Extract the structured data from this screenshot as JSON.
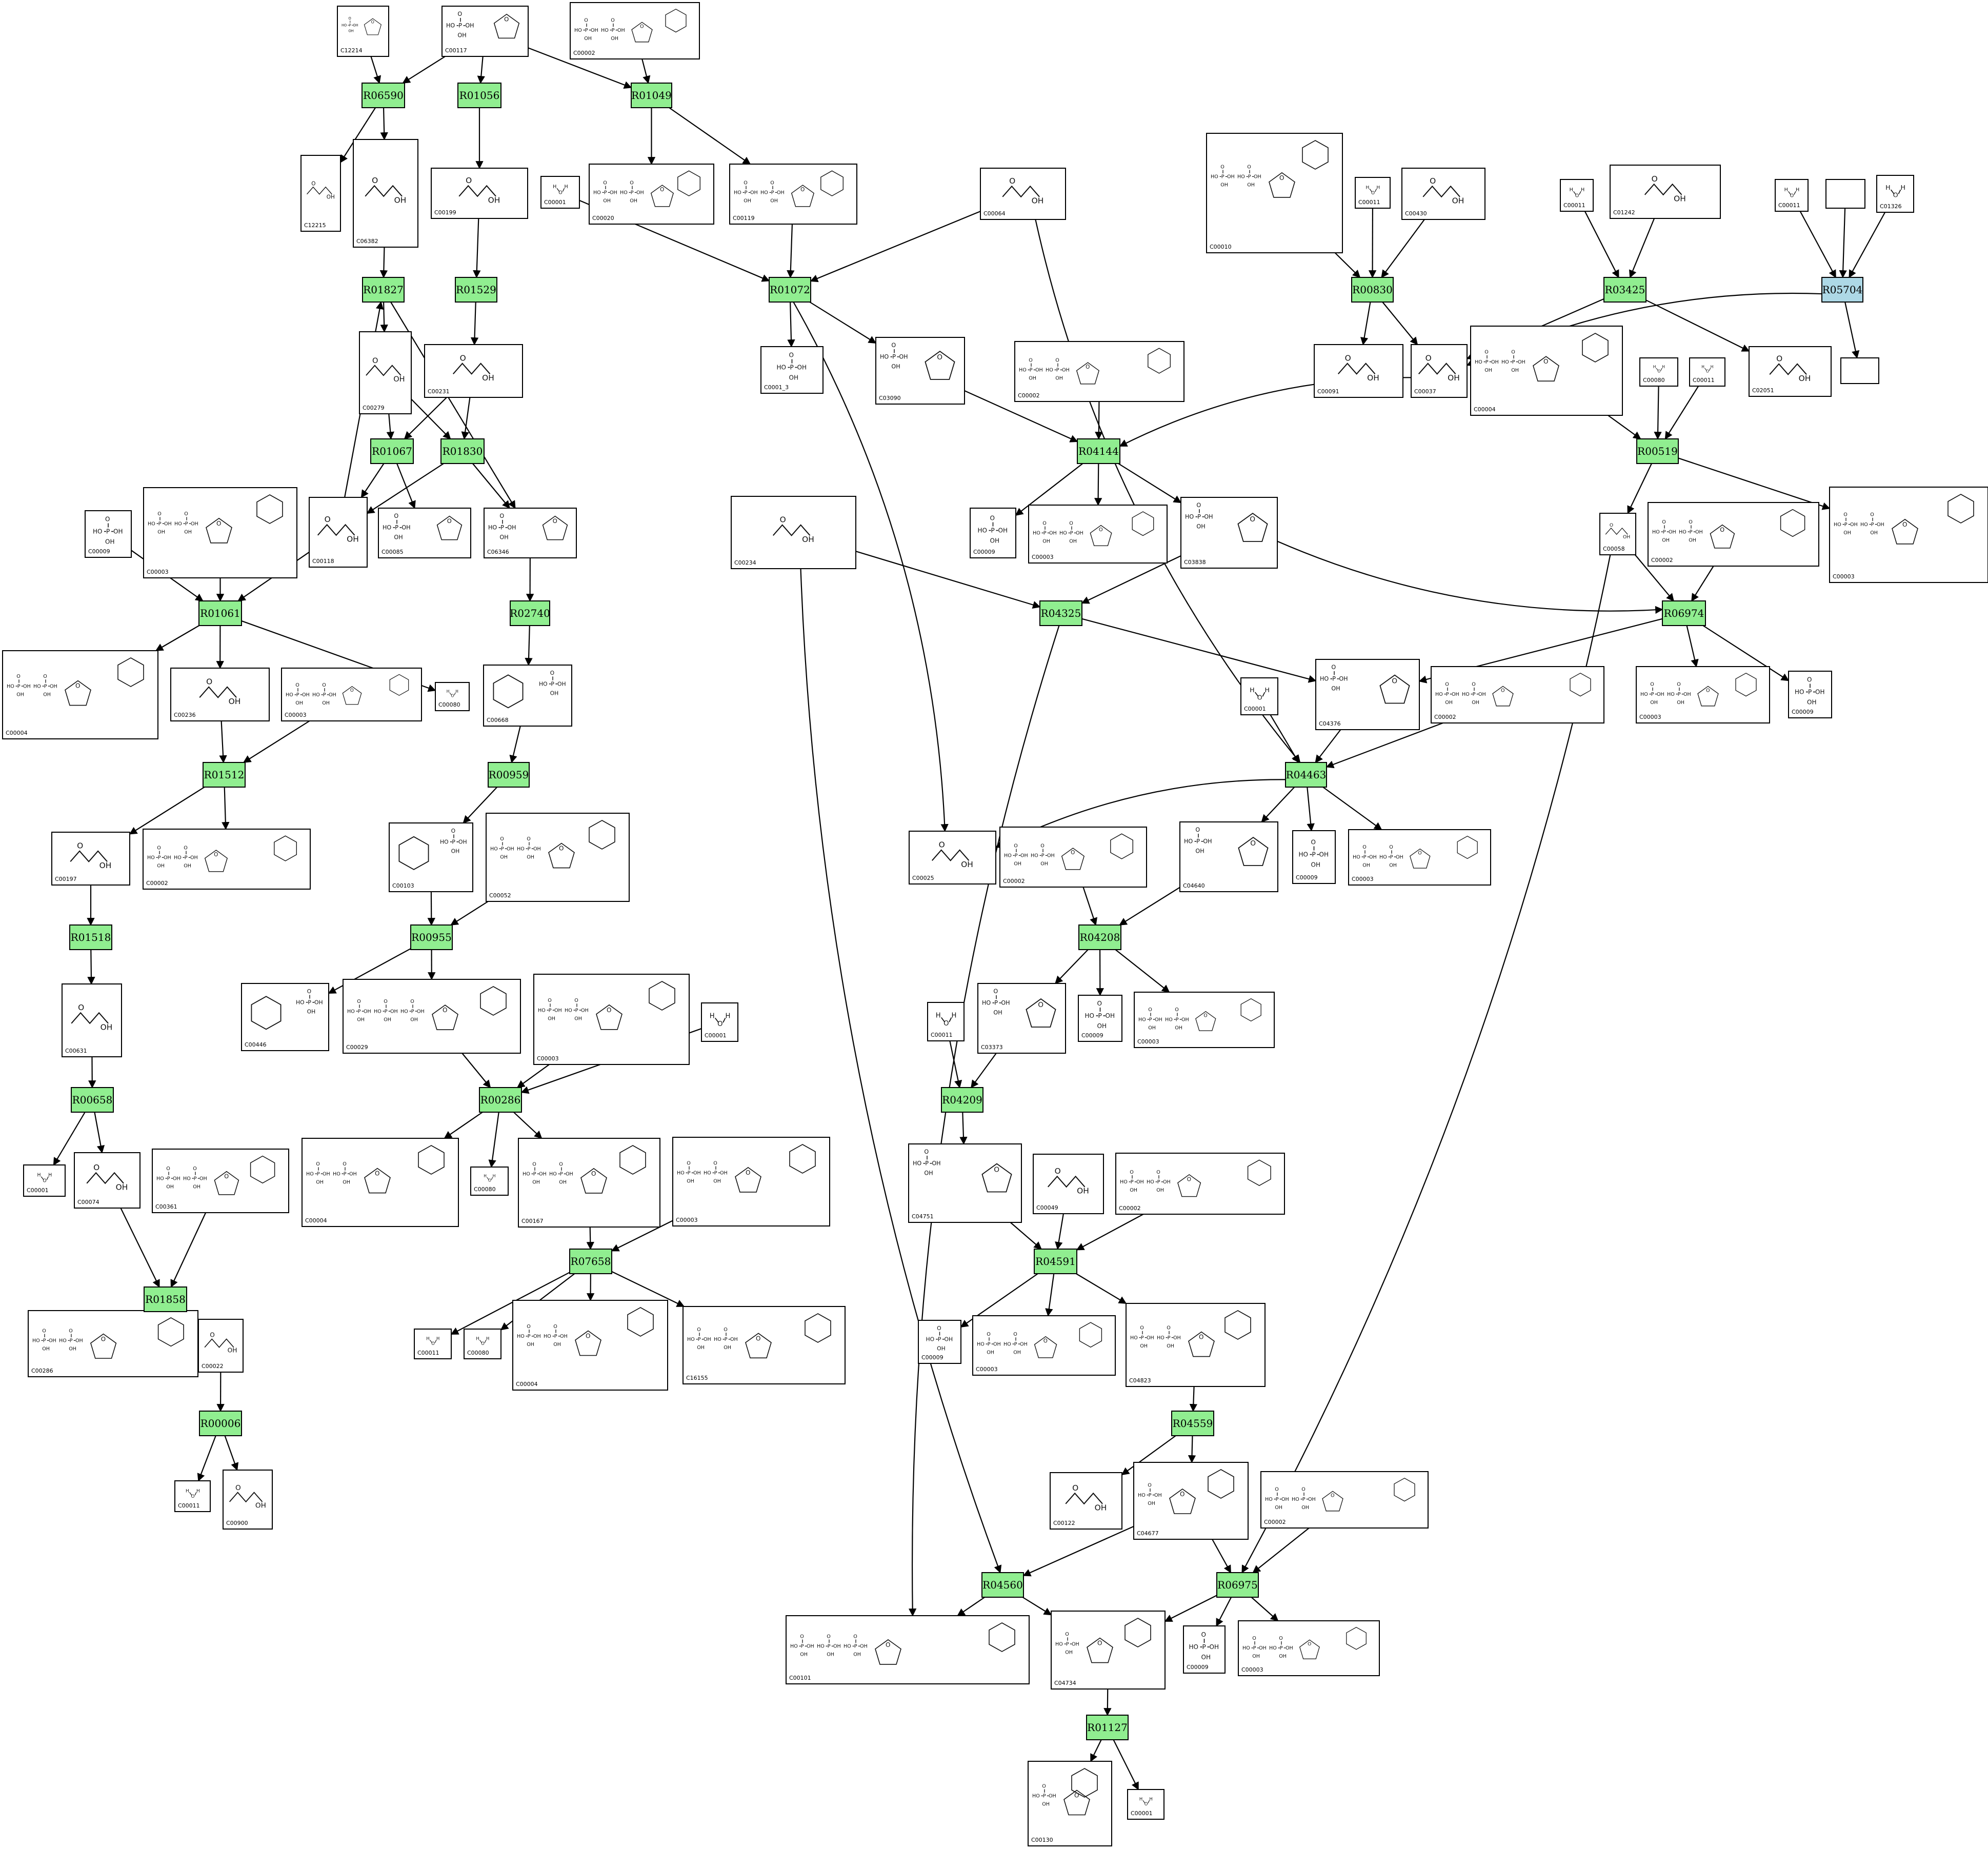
{
  "diagram": {
    "colors": {
      "reaction": "#90ee90",
      "reaction_highlight": "#add8e6",
      "compound_fill": "#ffffff",
      "stroke": "#000000"
    },
    "compounds": [
      {
        "id": "cmp1",
        "label": "C12214"
      },
      {
        "id": "cmp2",
        "label": "C00117"
      },
      {
        "id": "cmp3",
        "label": "C00002"
      },
      {
        "id": "cmp4",
        "label": "C12215"
      },
      {
        "id": "cmp5",
        "label": "C06382"
      },
      {
        "id": "cmp6",
        "label": "C00199"
      },
      {
        "id": "cmp7",
        "label": "C00001"
      },
      {
        "id": "cmp8",
        "label": "C00020"
      },
      {
        "id": "cmp9",
        "label": "C00119"
      },
      {
        "id": "cmp10",
        "label": "C00064"
      },
      {
        "id": "cmp11",
        "label": "C00010"
      },
      {
        "id": "cmp12",
        "label": "C00011"
      },
      {
        "id": "cmp13",
        "label": "C00430"
      },
      {
        "id": "cmp14",
        "label": "C00011"
      },
      {
        "id": "cmp15",
        "label": "C01242"
      },
      {
        "id": "cmp16",
        "label": "C00011"
      },
      {
        "id": "cmp17",
        "label": ""
      },
      {
        "id": "cmp18",
        "label": "C01326"
      },
      {
        "id": "cmp19",
        "label": "C00279"
      },
      {
        "id": "cmp20",
        "label": "C00231"
      },
      {
        "id": "cmp21",
        "label": "C0001_3"
      },
      {
        "id": "cmp22",
        "label": "C03090"
      },
      {
        "id": "cmp23",
        "label": "C00002"
      },
      {
        "id": "cmp24",
        "label": "C00091"
      },
      {
        "id": "cmp25",
        "label": "C00037"
      },
      {
        "id": "cmp26",
        "label": "C00004"
      },
      {
        "id": "cmp27",
        "label": "C00080"
      },
      {
        "id": "cmp28",
        "label": "C00011"
      },
      {
        "id": "cmp29",
        "label": "C02051"
      },
      {
        "id": "cmp30",
        "label": ""
      },
      {
        "id": "cmp31",
        "label": "C00009"
      },
      {
        "id": "cmp32",
        "label": "C00003"
      },
      {
        "id": "cmp33",
        "label": "C00118"
      },
      {
        "id": "cmp34",
        "label": "C00085"
      },
      {
        "id": "cmp35",
        "label": "C06346"
      },
      {
        "id": "cmp36",
        "label": "C00234"
      },
      {
        "id": "cmp37",
        "label": "C00009"
      },
      {
        "id": "cmp38",
        "label": "C00003"
      },
      {
        "id": "cmp39",
        "label": "C03838"
      },
      {
        "id": "cmp40",
        "label": "C00058"
      },
      {
        "id": "cmp41",
        "label": "C00002"
      },
      {
        "id": "cmp42",
        "label": "C00003"
      },
      {
        "id": "cmp43",
        "label": "C00004"
      },
      {
        "id": "cmp44",
        "label": "C00236"
      },
      {
        "id": "cmp45",
        "label": "C00003"
      },
      {
        "id": "cmp46",
        "label": "C00080"
      },
      {
        "id": "cmp47",
        "label": "C00668"
      },
      {
        "id": "cmp48",
        "label": "C04376"
      },
      {
        "id": "cmp49",
        "label": "C00001"
      },
      {
        "id": "cmp50",
        "label": "C00002"
      },
      {
        "id": "cmp51",
        "label": "C00003"
      },
      {
        "id": "cmp52",
        "label": "C00009"
      },
      {
        "id": "cmp53",
        "label": "C00197"
      },
      {
        "id": "cmp54",
        "label": "C00002"
      },
      {
        "id": "cmp55",
        "label": "C00103"
      },
      {
        "id": "cmp56",
        "label": "C00052"
      },
      {
        "id": "cmp57",
        "label": "C00025"
      },
      {
        "id": "cmp58",
        "label": "C00002"
      },
      {
        "id": "cmp59",
        "label": "C04640"
      },
      {
        "id": "cmp60",
        "label": "C00009"
      },
      {
        "id": "cmp61",
        "label": "C00003"
      },
      {
        "id": "cmp62",
        "label": "C00631"
      },
      {
        "id": "cmp63",
        "label": "C00446"
      },
      {
        "id": "cmp64",
        "label": "C00029"
      },
      {
        "id": "cmp65",
        "label": "C00003"
      },
      {
        "id": "cmp66",
        "label": "C00001"
      },
      {
        "id": "cmp67",
        "label": "C00011"
      },
      {
        "id": "cmp68",
        "label": "C03373"
      },
      {
        "id": "cmp69",
        "label": "C00009"
      },
      {
        "id": "cmp70",
        "label": "C00003"
      },
      {
        "id": "cmp71",
        "label": "C00001"
      },
      {
        "id": "cmp72",
        "label": "C00074"
      },
      {
        "id": "cmp73",
        "label": "C00361"
      },
      {
        "id": "cmp74",
        "label": "C00004"
      },
      {
        "id": "cmp75",
        "label": "C00080"
      },
      {
        "id": "cmp76",
        "label": "C00167"
      },
      {
        "id": "cmp77",
        "label": "C00003"
      },
      {
        "id": "cmp78",
        "label": "C04751"
      },
      {
        "id": "cmp79",
        "label": "C00049"
      },
      {
        "id": "cmp80",
        "label": "C00002"
      },
      {
        "id": "cmp81",
        "label": "C00286"
      },
      {
        "id": "cmp82",
        "label": "C00022"
      },
      {
        "id": "cmp83",
        "label": "C00011"
      },
      {
        "id": "cmp84",
        "label": "C00080"
      },
      {
        "id": "cmp85",
        "label": "C00004"
      },
      {
        "id": "cmp86",
        "label": "C16155"
      },
      {
        "id": "cmp87",
        "label": "C00009"
      },
      {
        "id": "cmp88",
        "label": "C00003"
      },
      {
        "id": "cmp89",
        "label": "C04823"
      },
      {
        "id": "cmp90",
        "label": "C00011"
      },
      {
        "id": "cmp91",
        "label": "C00900"
      },
      {
        "id": "cmp92",
        "label": "C00122"
      },
      {
        "id": "cmp93",
        "label": "C04677"
      },
      {
        "id": "cmp94",
        "label": "C00002"
      },
      {
        "id": "cmp95",
        "label": "C00101"
      },
      {
        "id": "cmp96",
        "label": "C04734"
      },
      {
        "id": "cmp97",
        "label": "C00009"
      },
      {
        "id": "cmp98",
        "label": "C00003"
      },
      {
        "id": "cmp99",
        "label": "C00130"
      },
      {
        "id": "cmp100",
        "label": "C00001"
      }
    ],
    "reactions": [
      {
        "id": "r1",
        "label": "R06590",
        "highlight": false
      },
      {
        "id": "r2",
        "label": "R01056",
        "highlight": false
      },
      {
        "id": "r3",
        "label": "R01049",
        "highlight": false
      },
      {
        "id": "r4",
        "label": "R01827",
        "highlight": false
      },
      {
        "id": "r5",
        "label": "R01529",
        "highlight": false
      },
      {
        "id": "r6",
        "label": "R01072",
        "highlight": false
      },
      {
        "id": "r7",
        "label": "R00830",
        "highlight": false
      },
      {
        "id": "r8",
        "label": "R03425",
        "highlight": false
      },
      {
        "id": "r9",
        "label": "R05704",
        "highlight": true
      },
      {
        "id": "r10",
        "label": "R01067",
        "highlight": false
      },
      {
        "id": "r11",
        "label": "R01830",
        "highlight": false
      },
      {
        "id": "r12",
        "label": "R04144",
        "highlight": false
      },
      {
        "id": "r13",
        "label": "R00519",
        "highlight": false
      },
      {
        "id": "r14",
        "label": "R01061",
        "highlight": false
      },
      {
        "id": "r15",
        "label": "R02740",
        "highlight": false
      },
      {
        "id": "r16",
        "label": "R04325",
        "highlight": false
      },
      {
        "id": "r17",
        "label": "R06974",
        "highlight": false
      },
      {
        "id": "r18",
        "label": "R01512",
        "highlight": false
      },
      {
        "id": "r19",
        "label": "R00959",
        "highlight": false
      },
      {
        "id": "r20",
        "label": "R04463",
        "highlight": false
      },
      {
        "id": "r21",
        "label": "R01518",
        "highlight": false
      },
      {
        "id": "r22",
        "label": "R00955",
        "highlight": false
      },
      {
        "id": "r23",
        "label": "R04208",
        "highlight": false
      },
      {
        "id": "r24",
        "label": "R00286",
        "highlight": false
      },
      {
        "id": "r25",
        "label": "R00658",
        "highlight": false
      },
      {
        "id": "r26",
        "label": "R04209",
        "highlight": false
      },
      {
        "id": "r27",
        "label": "R07658",
        "highlight": false
      },
      {
        "id": "r28",
        "label": "R01858",
        "highlight": false
      },
      {
        "id": "r29",
        "label": "R04591",
        "highlight": false
      },
      {
        "id": "r30",
        "label": "R00006",
        "highlight": false
      },
      {
        "id": "r31",
        "label": "R04559",
        "highlight": false
      },
      {
        "id": "r32",
        "label": "R04560",
        "highlight": false
      },
      {
        "id": "r33",
        "label": "R06975",
        "highlight": false
      },
      {
        "id": "r34",
        "label": "R01127",
        "highlight": false
      }
    ]
  }
}
